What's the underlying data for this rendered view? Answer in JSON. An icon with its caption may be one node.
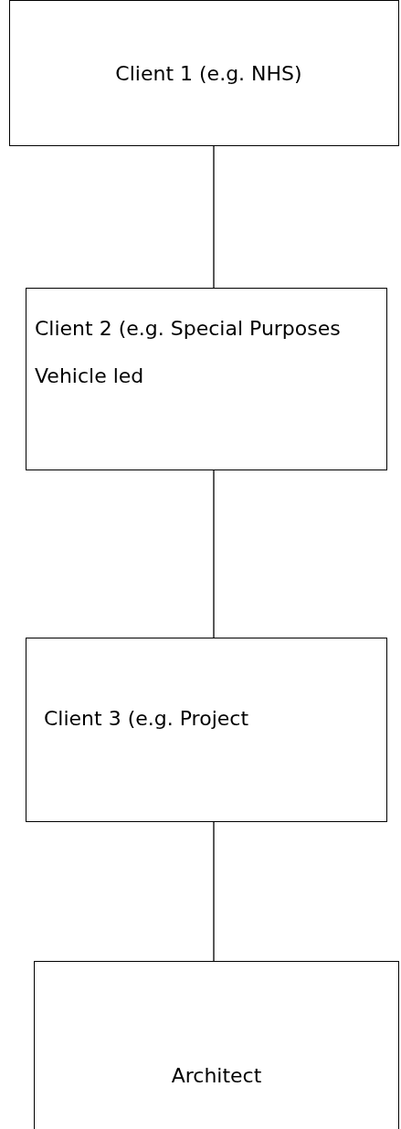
{
  "diagram": {
    "nodes": [
      {
        "text": [
          "Client 1 (e.g. NHS)"
        ]
      },
      {
        "text": [
          "Client 2 (e.g. Special Purposes Vehicle led"
        ]
      },
      {
        "text": [
          "Client 3 (e.g. Project"
        ]
      },
      {
        "text": [
          "Architect"
        ]
      }
    ],
    "edges": [
      {
        "from": 0,
        "to": 1,
        "arrow": "none"
      },
      {
        "from": 1,
        "to": 2,
        "arrow": "none"
      },
      {
        "from": 2,
        "to": 3,
        "arrow": "none"
      }
    ]
  }
}
